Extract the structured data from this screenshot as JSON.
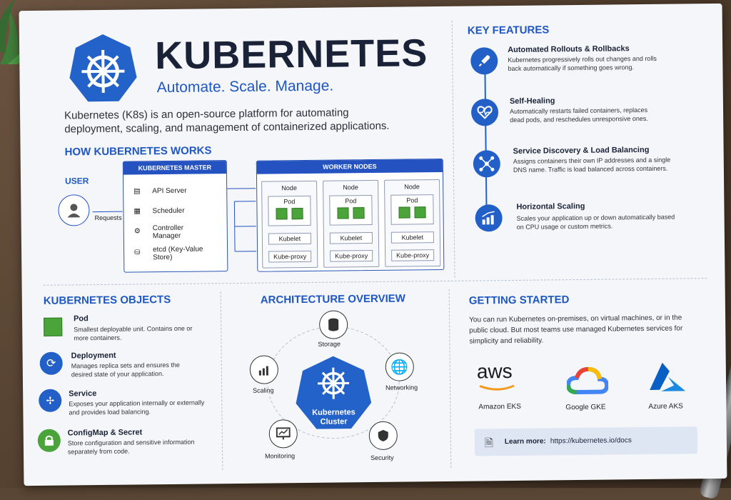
{
  "header": {
    "title": "KUBERNETES",
    "tagline": "Automate. Scale. Manage.",
    "intro": "Kubernetes (K8s) is an open-source platform for automating deployment, scaling, and management of containerized applications."
  },
  "how": {
    "title": "HOW KUBERNETES WORKS",
    "user": "USER",
    "requests": "Requests",
    "master": {
      "title": "KUBERNETES MASTER",
      "items": [
        "API Server",
        "Scheduler",
        "Controller Manager",
        "etcd (Key-Value Store)"
      ]
    },
    "workers": {
      "title": "WORKER NODES",
      "node": "Node",
      "pod": "Pod",
      "kubelet": "Kubelet",
      "proxy": "Kube-proxy"
    }
  },
  "features": {
    "title": "KEY FEATURES",
    "items": [
      {
        "title": "Automated Rollouts & Rollbacks",
        "desc": "Kubernetes progressively rolls out changes and rolls back automatically if something goes wrong."
      },
      {
        "title": "Self-Healing",
        "desc": "Automatically restarts failed containers, replaces dead pods, and reschedules unresponsive ones."
      },
      {
        "title": "Service Discovery & Load Balancing",
        "desc": "Assigns containers their own IP addresses and a single DNS name. Traffic is load balanced across containers."
      },
      {
        "title": "Horizontal Scaling",
        "desc": "Scales your application up or down automatically based on CPU usage or custom metrics."
      }
    ]
  },
  "objects": {
    "title": "KUBERNETES OBJECTS",
    "items": [
      {
        "title": "Pod",
        "desc": "Smallest deployable unit. Contains one or more containers."
      },
      {
        "title": "Deployment",
        "desc": "Manages replica sets and ensures the desired state of your application."
      },
      {
        "title": "Service",
        "desc": "Exposes your application internally or externally and provides load balancing."
      },
      {
        "title": "ConfigMap & Secret",
        "desc": "Store configuration and sensitive information separately from code."
      }
    ]
  },
  "arch": {
    "title": "ARCHITECTURE OVERVIEW",
    "center": "Kubernetes Cluster",
    "storage": "Storage",
    "networking": "Networking",
    "security": "Security",
    "monitoring": "Monitoring",
    "scaling": "Scaling"
  },
  "start": {
    "title": "GETTING STARTED",
    "text": "You can run Kubernetes on-premises, on virtual machines, or in the public cloud. But most teams use managed Kubernetes services for simplicity and reliability.",
    "providers": [
      {
        "logo": "aws",
        "name": "Amazon EKS"
      },
      {
        "name": "Google GKE"
      },
      {
        "name": "Azure AKS"
      }
    ],
    "learn_label": "Learn more:",
    "learn_url": "https://kubernetes.io/docs"
  },
  "colors": {
    "accent": "#1f57c3",
    "green": "#4aa43a"
  }
}
